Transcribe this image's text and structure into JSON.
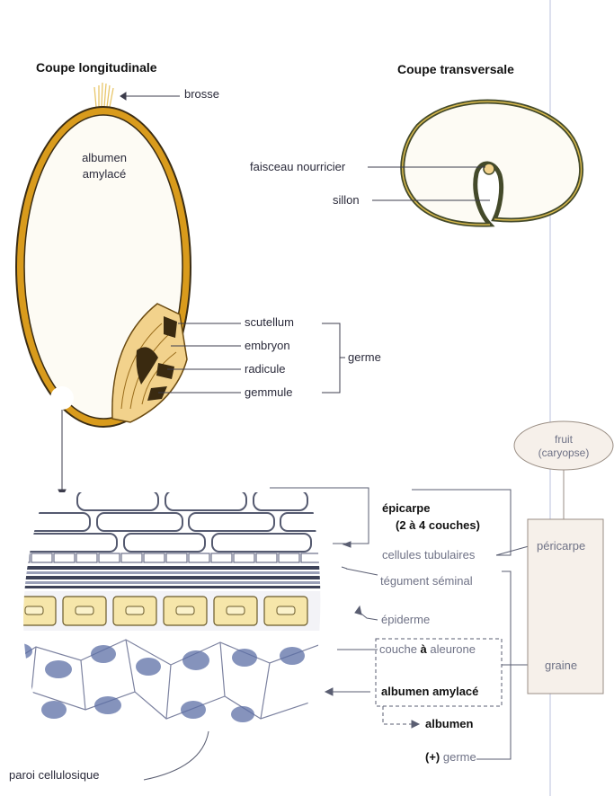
{
  "longitudinal": {
    "title": "Coupe longitudinale",
    "brosse": "brosse",
    "albumen_line1": "albumen",
    "albumen_line2": "amylacé",
    "scutellum": "scutellum",
    "embryon": "embryon",
    "radicule": "radicule",
    "gemmule": "gemmule",
    "germe": "germe"
  },
  "transverse": {
    "title": "Coupe transversale",
    "faisceau": "faisceau nourricier",
    "sillon": "sillon"
  },
  "tissue": {
    "epicarpe_line1": "épicarpe",
    "epicarpe_line2": "(2 à 4 couches)",
    "cellules_tubulaires": "cellules tubulaires",
    "tegument": "tégument séminal",
    "epiderme": "épiderme",
    "couche_prefix": "couche ",
    "couche_a": "à",
    "couche_suffix": " aleurone",
    "albumen_amylace": "albumen amylacé",
    "albumen": "albumen",
    "germe_plus": "(+)",
    "germe": "germe",
    "paroi": "paroi cellulosique"
  },
  "hierarchy": {
    "fruit_line1": "fruit",
    "fruit_line2": "(caryopse)",
    "pericarpe": "péricarpe",
    "graine": "graine"
  },
  "colors": {
    "grain_wall": "#d99b1c",
    "grain_outline": "#3b2d14",
    "albumen_fill": "#fdfbf4",
    "germ_fill": "#f2d28c",
    "aleurone_fill": "#f6e6aa",
    "starch_blue": "#5d6fa6",
    "box_fill": "#f6f0ea"
  }
}
